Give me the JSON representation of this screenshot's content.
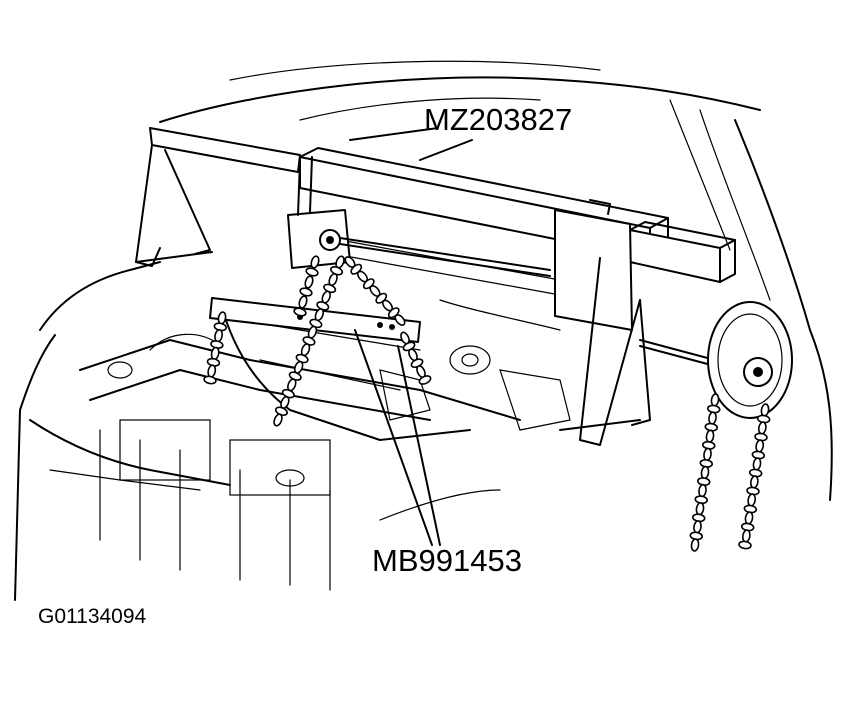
{
  "callouts": {
    "top_tool": "MZ203827",
    "bottom_tool": "MB991453"
  },
  "figure_id": "G01134094"
}
